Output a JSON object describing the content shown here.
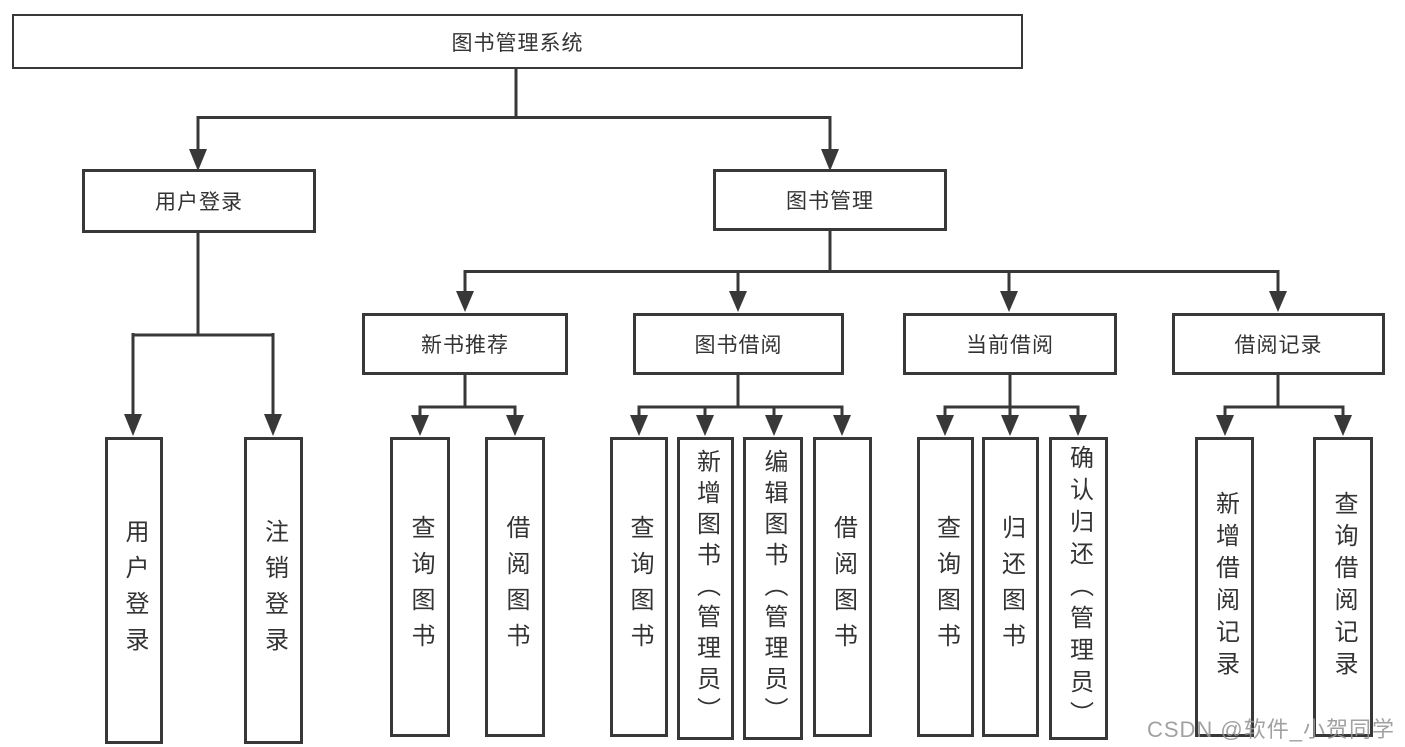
{
  "watermark": "CSDN @软件_小贺同学",
  "colors": {
    "line": "#383838",
    "text": "#333333",
    "watermark": "#949494",
    "background": "#ffffff"
  },
  "tree": {
    "root": {
      "label": "图书管理系统"
    },
    "branches": [
      {
        "label": "用户登录",
        "children": [
          {
            "label": "用户登录"
          },
          {
            "label": "注销登录"
          }
        ]
      },
      {
        "label": "图书管理",
        "children": [
          {
            "label": "新书推荐",
            "children": [
              {
                "label": "查询图书"
              },
              {
                "label": "借阅图书"
              }
            ]
          },
          {
            "label": "图书借阅",
            "children": [
              {
                "label": "查询图书"
              },
              {
                "label": "新增图书（管理员）"
              },
              {
                "label": "编辑图书（管理员）"
              },
              {
                "label": "借阅图书"
              }
            ]
          },
          {
            "label": "当前借阅",
            "children": [
              {
                "label": "查询图书"
              },
              {
                "label": "归还图书"
              },
              {
                "label": "确认归还（管理员）"
              }
            ]
          },
          {
            "label": "借阅记录",
            "children": [
              {
                "label": "新增借阅记录"
              },
              {
                "label": "查询借阅记录"
              }
            ]
          }
        ]
      }
    ]
  }
}
